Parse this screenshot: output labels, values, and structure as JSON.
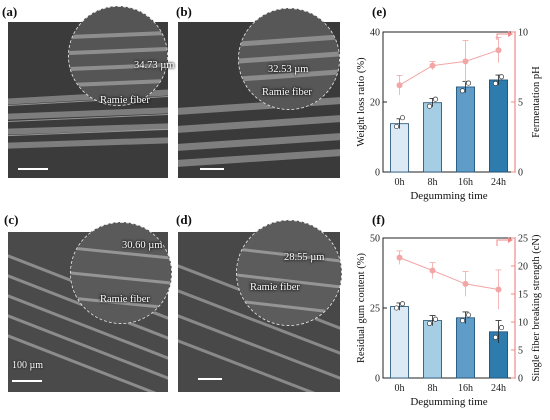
{
  "panels": {
    "a": {
      "label": "(a)",
      "width_label": "34.73 µm",
      "fiber_label": "Ramie fiber"
    },
    "b": {
      "label": "(b)",
      "width_label": "32.53 µm",
      "fiber_label": "Ramie fiber"
    },
    "c": {
      "label": "(c)",
      "width_label": "30.60 µm",
      "fiber_label": "Ramie fiber",
      "scale_label": "100 µm"
    },
    "d": {
      "label": "(d)",
      "width_label": "28.55 µm",
      "fiber_label": "Ramie fiber"
    },
    "e": {
      "label": "(e)"
    },
    "f": {
      "label": "(f)"
    }
  },
  "colors": {
    "bar1": "#dbeaf5",
    "bar2": "#a5cde3",
    "bar3": "#5f9cc8",
    "bar4": "#2e7cae",
    "line": "#f2a6a6",
    "axis_right": "#f08a8a"
  },
  "chart_data": [
    {
      "type": "bar",
      "panel": "e",
      "categories": [
        "0h",
        "8h",
        "16h",
        "24h"
      ],
      "xlabel": "Degumming time",
      "ylabel": "Weight loss ratio (%)",
      "ylim": [
        0,
        40
      ],
      "yticks": [
        0,
        20,
        40
      ],
      "values": [
        13.8,
        19.8,
        24.3,
        26.3
      ],
      "errors": [
        1.4,
        1.2,
        1.6,
        1.4
      ],
      "points": [
        [
          13,
          15.5
        ],
        [
          18.8,
          20.8
        ],
        [
          23.2,
          25.4
        ],
        [
          25.3,
          27.2
        ]
      ],
      "secondary": {
        "type": "line",
        "ylabel": "Fermentation pH",
        "ylim": [
          0,
          10
        ],
        "yticks": [
          0,
          5,
          10
        ],
        "values": [
          6.2,
          7.6,
          7.9,
          8.7
        ],
        "errors": [
          0.7,
          0.3,
          1.5,
          0.9
        ]
      }
    },
    {
      "type": "bar",
      "panel": "f",
      "categories": [
        "0h",
        "8h",
        "16h",
        "24h"
      ],
      "xlabel": "Degumming time",
      "ylabel": "Residual gum content (%)",
      "ylim": [
        0,
        50
      ],
      "yticks": [
        0,
        25,
        50
      ],
      "values": [
        25.5,
        20.5,
        21.5,
        16.5
      ],
      "errors": [
        1.3,
        1.8,
        2.1,
        4.0
      ],
      "points": [
        [
          25,
          26.5
        ],
        [
          19.5,
          21
        ],
        [
          20.5,
          22.5
        ],
        [
          14.5,
          18
        ]
      ],
      "secondary": {
        "type": "line",
        "ylabel": "Single fiber breaking strength (cN)",
        "ylim": [
          0,
          25
        ],
        "yticks": [
          0,
          5,
          10,
          15,
          20,
          25
        ],
        "values": [
          21.5,
          19.2,
          16.8,
          15.8
        ],
        "errors": [
          1.2,
          1.4,
          2.2,
          3.5
        ]
      }
    }
  ]
}
